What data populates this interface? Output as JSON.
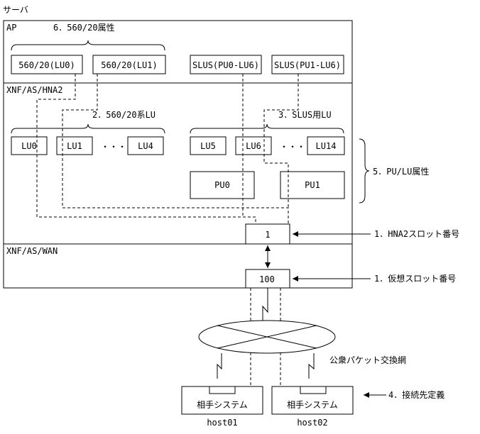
{
  "server_label": "サーバ",
  "layers": {
    "ap": "AP",
    "hna2": "XNF/AS/HNA2",
    "wan": "XNF/AS/WAN"
  },
  "ap_items": [
    "560/20(LU0)",
    "560/20(LU1)",
    "SLUS(PU0-LU6)",
    "SLUS(PU1-LU6)"
  ],
  "lus": {
    "lu0": "LU0",
    "lu1": "LU1",
    "dots1": "・・・",
    "lu4": "LU4",
    "lu5": "LU5",
    "lu6": "LU6",
    "dots2": "・・・",
    "lu14": "LU14"
  },
  "pus": {
    "pu0": "PU0",
    "pu1": "PU1"
  },
  "slots": {
    "hna2": "1",
    "virtual": "100"
  },
  "labels": {
    "attr_560": "6．560/20属性",
    "group_560": "2．560/20系LU",
    "group_slus": "3．SLUS用LU",
    "pu_lu_attr": "5．PU/LU属性",
    "hna2_slot": "1．HNA2スロット番号",
    "virtual_slot": "1．仮想スロット番号",
    "network": "公衆パケット交換網",
    "connection": "4．接続先定義"
  },
  "hosts": [
    {
      "system": "相手システム",
      "name": "host01"
    },
    {
      "system": "相手システム",
      "name": "host02"
    }
  ]
}
